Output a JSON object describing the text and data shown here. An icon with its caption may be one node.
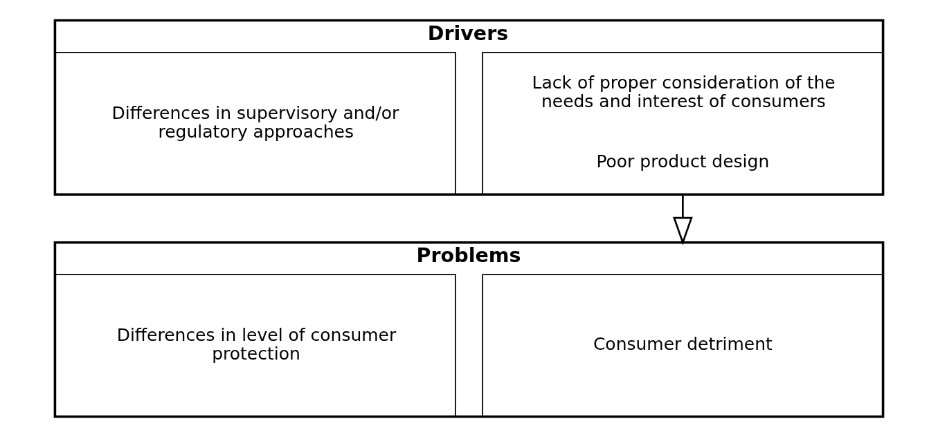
{
  "diagram": {
    "nodes": [
      {
        "text": [
          "Drivers"
        ]
      },
      {
        "text": [
          "Lack of proper consideration of the needs and interest of consumers",
          "Poor product design"
        ],
        "in": 0
      },
      {
        "text": [
          "Differences in supervisory and/or regulatory approaches"
        ],
        "in": 0
      },
      {
        "text": [
          "Problems"
        ]
      },
      {
        "text": [
          "Consumer detriment"
        ],
        "in": 3
      },
      {
        "text": [
          "Differences in level of consumer protection"
        ],
        "in": 3
      }
    ],
    "edges": [
      {
        "from": 0,
        "to": 3,
        "arrow": "to"
      }
    ]
  }
}
